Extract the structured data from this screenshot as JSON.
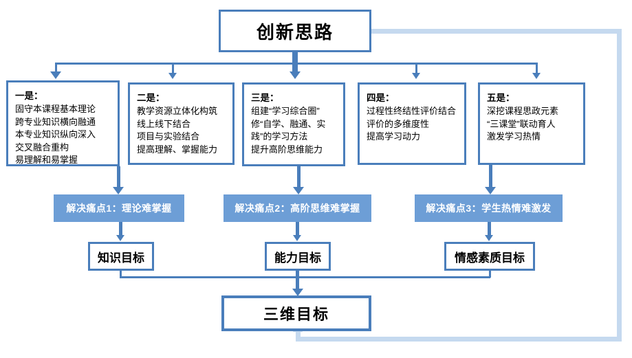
{
  "diagram": {
    "title_node": {
      "label": "创新思路"
    },
    "pillars": [
      {
        "head": "一是：",
        "lines": [
          "固守本课程基本理论",
          "跨专业知识横向融通",
          "本专业知识纵向深入",
          "交叉融合重构",
          "易理解和易掌握"
        ]
      },
      {
        "head": "二是：",
        "lines": [
          "教学资源立体化构筑",
          "线上线下结合",
          "项目与实验结合",
          "提高理解、掌握能力"
        ]
      },
      {
        "head": "三是：",
        "lines": [
          "组建“学习综合圈”",
          "修“自学、融通、实",
          "践”的学习方法",
          "提升高阶思维能力"
        ]
      },
      {
        "head": "四是：",
        "lines": [
          "过程性终结性评价结合",
          "评价的多维度性",
          "提高学习动力"
        ]
      },
      {
        "head": "五是：",
        "lines": [
          "深挖课程思政元素",
          "“三课堂”联动育人",
          "激发学习热情"
        ]
      }
    ],
    "pain_points": [
      {
        "label": "解决痛点1：理论难掌握"
      },
      {
        "label": "解决痛点2：高阶思维难掌握"
      },
      {
        "label": "解决痛点3：学生热情难激发"
      }
    ],
    "goals": [
      {
        "label": "知识目标"
      },
      {
        "label": "能力目标"
      },
      {
        "label": "情感素质目标"
      }
    ],
    "final_node": {
      "label": "三维目标"
    },
    "colors": {
      "border_blue": "#4a7ebb",
      "bar_blue": "#6d9ed6",
      "loop_blue": "#c5d9ef",
      "background": "#ffffff",
      "text_dark": "#000000",
      "text_light": "#ffffff"
    }
  }
}
